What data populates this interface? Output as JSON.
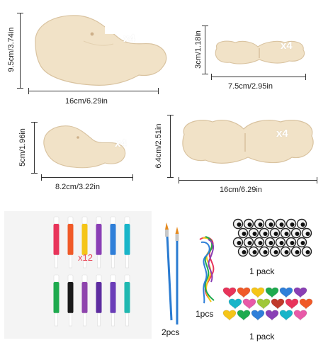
{
  "pieces": {
    "large_bird": {
      "width": "16cm/6.29in",
      "height": "9.5cm/3.74in",
      "count": "x4"
    },
    "small_wing": {
      "width": "7.5cm/2.95in",
      "height": "3cm/1.18in",
      "count": "x4"
    },
    "small_bird": {
      "width": "8.2cm/3.22in",
      "height": "5cm/1.96in",
      "count": "x4"
    },
    "large_wing": {
      "width": "16cm/6.29in",
      "height": "6.4cm/2.51in",
      "count": "x4"
    }
  },
  "markers": {
    "count": "x12",
    "colors": [
      "#e8345a",
      "#f05a28",
      "#f5c518",
      "#8a3fb5",
      "#2f7fd9",
      "#19b5c9",
      "#1eaa4e",
      "#1a1a1a",
      "#8e44ad",
      "#5d2ca0",
      "#6a3db8",
      "#20b8b0"
    ]
  },
  "brushes": {
    "label": "2pcs"
  },
  "ribbon": {
    "label": "1pcs"
  },
  "eyes": {
    "label": "1 pack"
  },
  "hearts": {
    "label": "1 pack"
  },
  "colors": {
    "wood": "#f1e2c7",
    "wood_edge": "#d9c3a0"
  }
}
